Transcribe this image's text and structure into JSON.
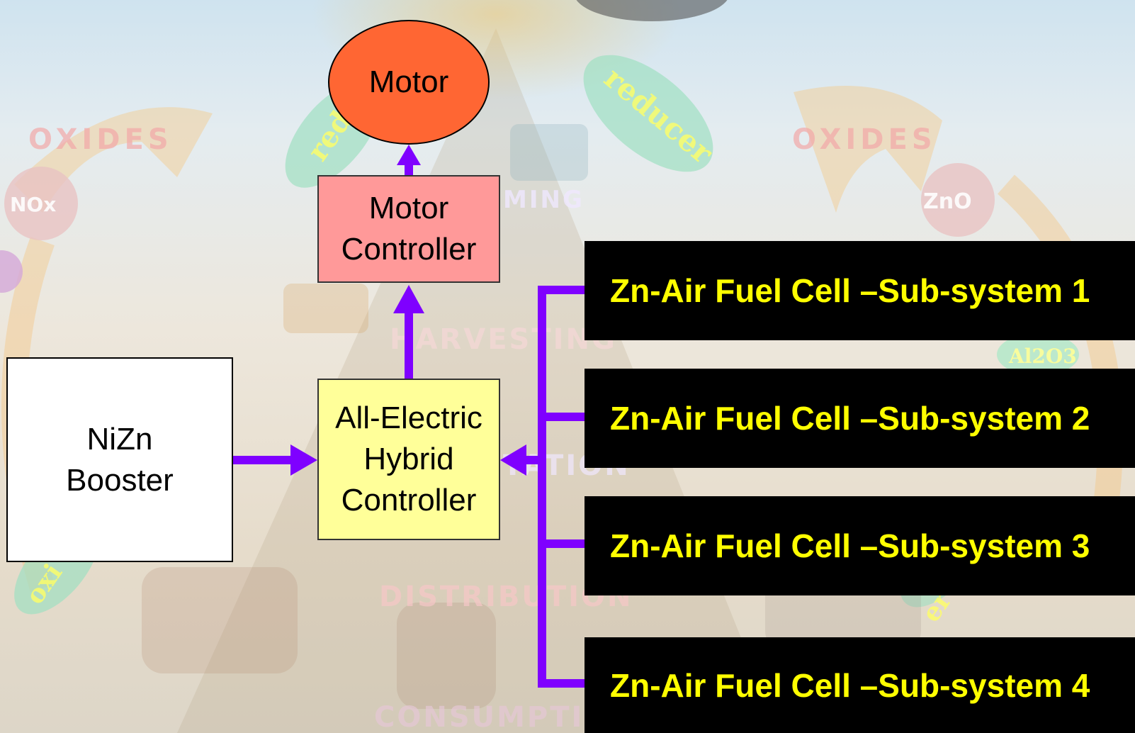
{
  "background": {
    "oxides_left": "OXIDES",
    "oxides_right": "OXIDES",
    "nox": "NOx",
    "zno": "ZnO",
    "reducer": "reducer",
    "reducer_left": "red",
    "farming": "MING",
    "harvesting": "HARVESTING",
    "transportation": "TATION",
    "distribution": "DISTRIBUTION",
    "consumption": "CONSUMPTI",
    "oxide_fragment": "oxi",
    "alumina": "Al2O3",
    "reducer_right": "er"
  },
  "nodes": {
    "motor": "Motor",
    "motor_controller": [
      "Motor",
      "Controller"
    ],
    "hybrid_controller": [
      "All-Electric",
      "Hybrid",
      "Controller"
    ],
    "booster": [
      "NiZn",
      "Booster"
    ]
  },
  "subsystems": [
    "Zn-Air Fuel Cell –Sub-system 1",
    "Zn-Air Fuel Cell –Sub-system 2",
    "Zn-Air Fuel Cell –Sub-system 3",
    "Zn-Air Fuel Cell –Sub-system 4"
  ],
  "colors": {
    "arrow": "#7f00ff",
    "motor": "#ff6633",
    "motor_controller": "#ff9999",
    "hybrid_controller": "#ffff99",
    "subsystem_bg": "#000000",
    "subsystem_text": "#ffff00"
  }
}
